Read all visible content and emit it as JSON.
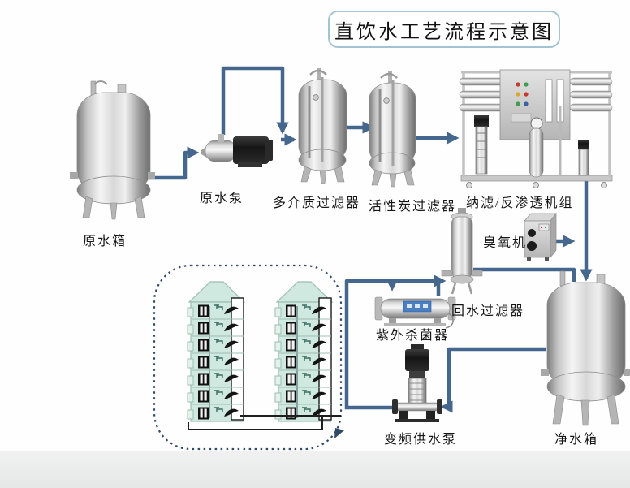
{
  "title": "直饮水工艺流程示意图",
  "labels": {
    "raw_water_tank": "原水箱",
    "raw_water_pump": "原水泵",
    "multimedia_filter": "多介质过滤器",
    "activated_carbon_filter": "活性炭过滤器",
    "nf_ro_unit": "纳滤/反渗透机组",
    "ozone_machine": "臭氧机",
    "return_water_filter": "回水过滤器",
    "uv_sterilizer": "紫外杀菌器",
    "vfd_supply_pump": "变频供水泵",
    "clean_water_tank": "净水箱"
  },
  "flow": {
    "main_sequence": [
      "原水箱",
      "原水泵",
      "多介质过滤器",
      "活性炭过滤器",
      "纳滤/反渗透机组",
      "净水箱"
    ],
    "ozone_branch": [
      "臭氧机",
      "净水箱"
    ],
    "circulation_loop": [
      "净水箱",
      "变频供水泵",
      "紫外杀菌器",
      "回水过滤器",
      "净水箱"
    ]
  },
  "colors": {
    "pipe": "#45678e",
    "dashed_border": "#2f4b68",
    "building_fill": "#cfe9e0",
    "building_outline": "#9dbcb2",
    "title_border": "#a4c3d2",
    "uv_label_panel": "#4a7fc1",
    "background": "#fffefe",
    "bottom_strip": "#e9e9e9"
  }
}
